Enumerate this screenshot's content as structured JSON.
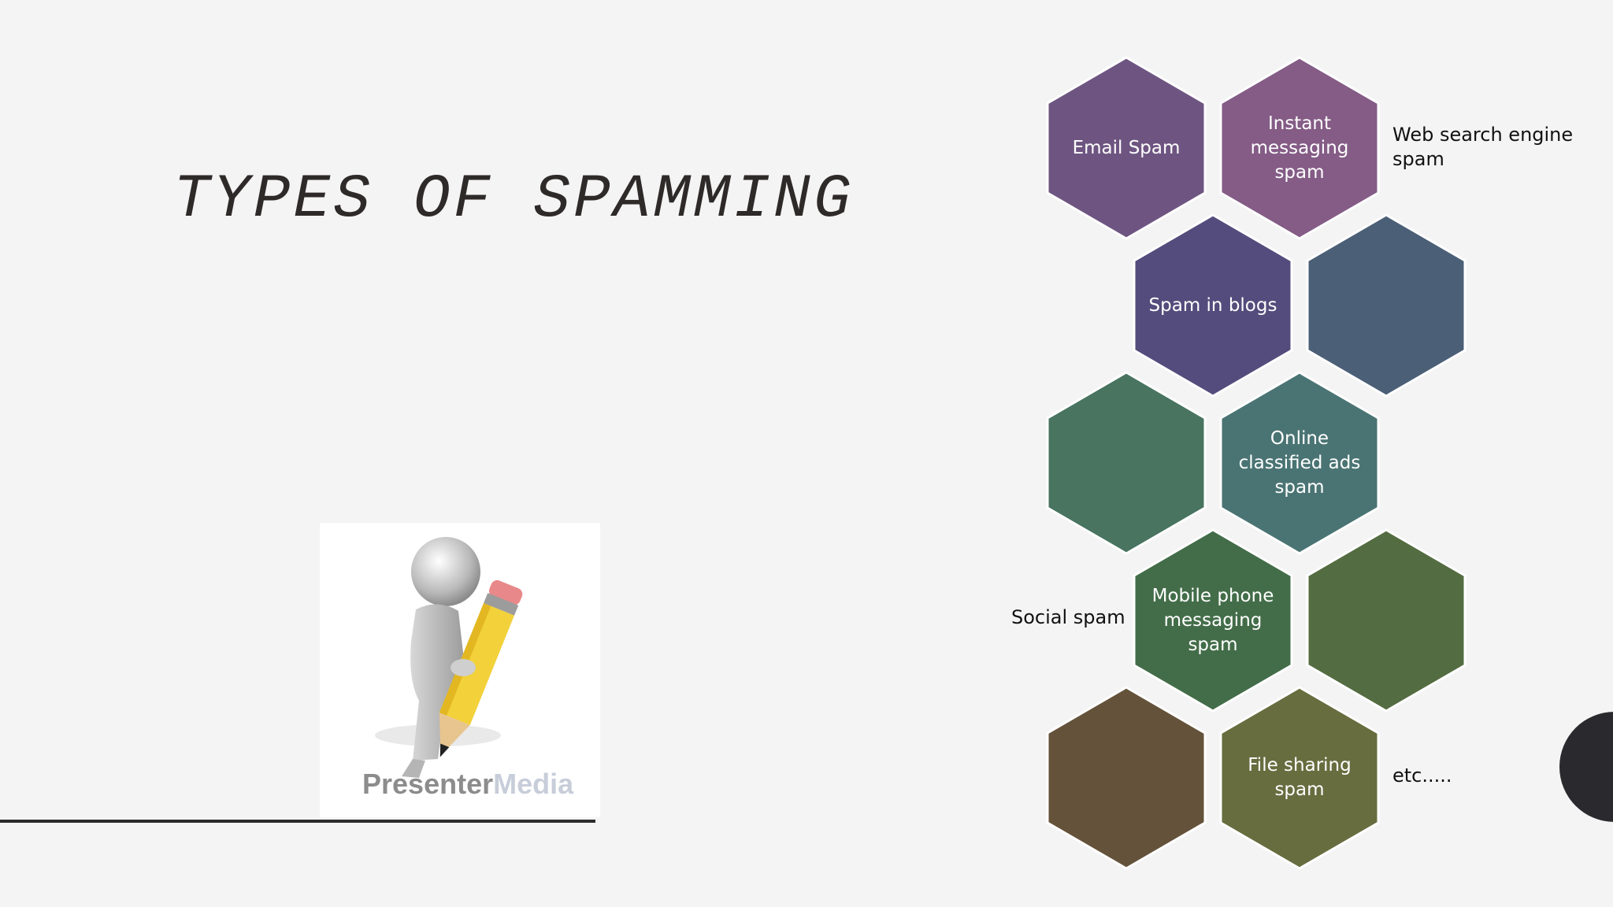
{
  "slide": {
    "title": "TYPES OF SPAMMING",
    "clipart_watermark_a": "Presenter",
    "clipart_watermark_b": "Media",
    "hexagons": [
      {
        "label": "Email Spam",
        "color": "#6e5581"
      },
      {
        "label": "Instant messaging spam",
        "color": "#845c86"
      },
      {
        "label": "Spam in blogs",
        "color": "#544c7c"
      },
      {
        "label": "",
        "color": "#4b5f77"
      },
      {
        "label": "",
        "color": "#487460"
      },
      {
        "label": "Online classified ads spam",
        "color": "#4a7473"
      },
      {
        "label": "Mobile phone messaging spam",
        "color": "#436d49"
      },
      {
        "label": "",
        "color": "#536c41"
      },
      {
        "label": "",
        "color": "#64523a"
      },
      {
        "label": "File sharing spam",
        "color": "#676d3f"
      }
    ],
    "side_labels": {
      "web_search": "Web search engine spam",
      "social": "Social spam",
      "etc": "etc....."
    }
  }
}
